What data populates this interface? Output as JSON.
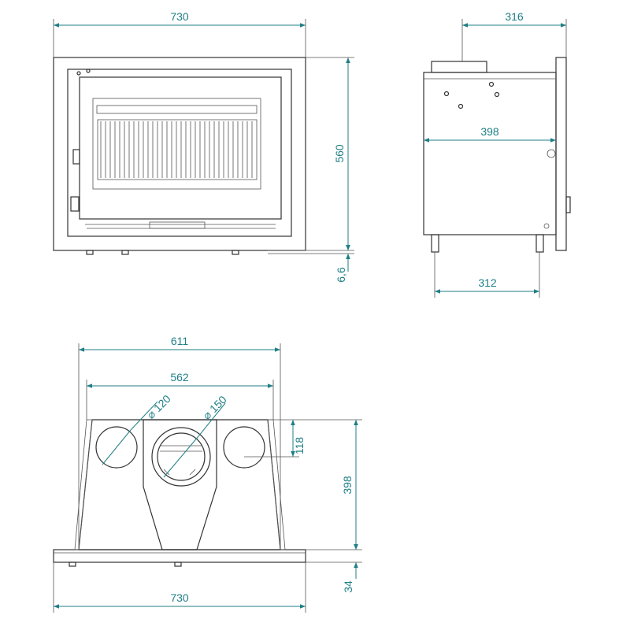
{
  "colors": {
    "dimension": "#1f7f86",
    "outline": "#333333",
    "background": "#ffffff"
  },
  "front_view": {
    "width_label": "730",
    "height_label": "560",
    "leg_height_label": "6,6"
  },
  "side_view": {
    "depth_label": "316",
    "body_depth_label": "398",
    "leg_spacing_label": "312"
  },
  "top_view": {
    "outer_width_label": "611",
    "inner_width_label": "562",
    "small_flue_label": "⌀ 120",
    "large_flue_label": "⌀ 150",
    "flue_offset_label": "118",
    "body_depth_label": "398",
    "frame_width_label": "730",
    "frame_depth_label": "34"
  }
}
